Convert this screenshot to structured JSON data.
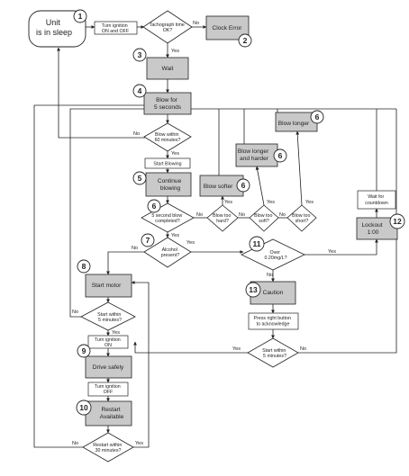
{
  "diagram": {
    "start_state": "Unit is in sleep",
    "edge_labels": {
      "yes": "Yes",
      "no": "No"
    },
    "steps": {
      "turn_ignition_on_off": "Turn ignition ON and OFF",
      "tachograph_ok": "Tachograph time OK?",
      "clock_error": "Clock Error",
      "wait": "Wait",
      "blow_5s": "Blow for 5 seconds",
      "blow_within_60": "Blow within 60 minutes?",
      "start_blowing": "Start Blowing",
      "continue_blowing": "Continue blowing",
      "five_sec_complete": "5 second blow completed?",
      "blow_softer": "Blow softer",
      "blow_longer_harder": "Blow longer and harder",
      "blow_longer": "Blow longer",
      "blow_too_hard": "Blow too hard?",
      "blow_too_soft": "Blow too soft?",
      "blow_too_short": "Blow too short?",
      "wait_countdown": "Wait for countdown",
      "lockout": "Lockout 1:00",
      "alcohol_present": "Alcohol present?",
      "over_limit": "Over 0.20mg/L?",
      "start_motor": "Start motor",
      "start_within_5_a": "Start within 5 minutes?",
      "caution": "Caution",
      "press_right": "Press right button to acknowledge",
      "start_within_5_b": "Start within 5 minutes?",
      "turn_ignition_on": "Turn ignition ON",
      "drive_safely": "Drive safely",
      "turn_ignition_off": "Turn ignition OFF",
      "restart_available": "Restart Available",
      "restart_within_30": "Restart within 30 minutes?"
    },
    "markers": {
      "m1": "1",
      "m2": "2",
      "m3": "3",
      "m4": "4",
      "m5": "5",
      "m6": "6",
      "m7": "7",
      "m8": "8",
      "m9": "9",
      "m10": "10",
      "m11": "11",
      "m12": "12",
      "m13": "13"
    },
    "colors": {
      "box_fill": "#c9c9c9",
      "line": "#222222",
      "marker_fill": "#ffffff"
    }
  }
}
